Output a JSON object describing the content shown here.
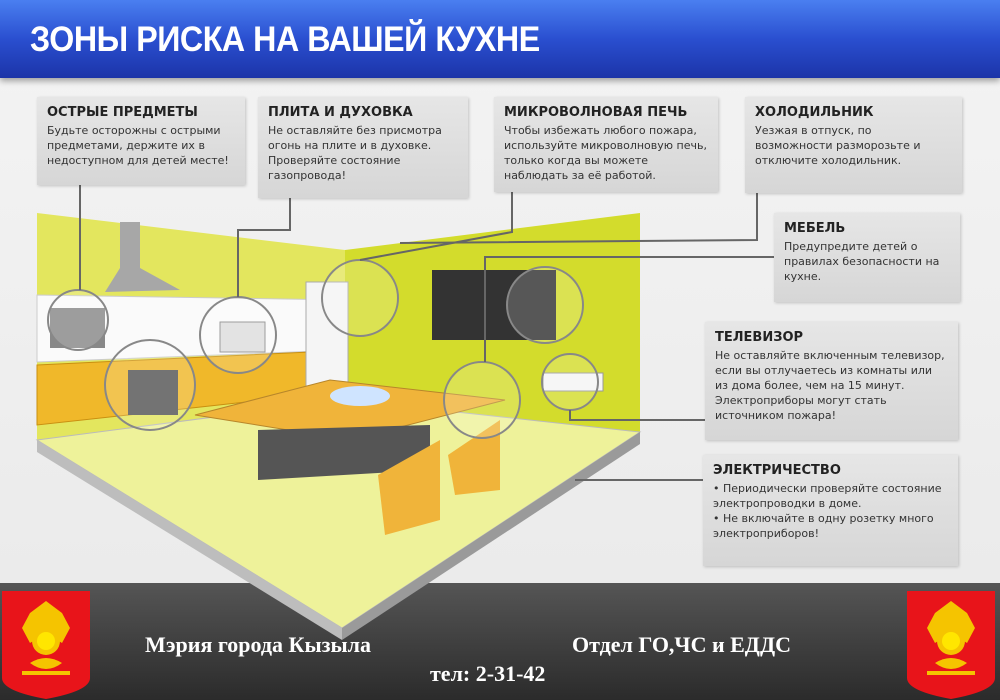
{
  "header": {
    "title": "ЗОНЫ РИСКА НА ВАШЕЙ КУХНЕ"
  },
  "cards": [
    {
      "title": "ОСТРЫЕ ПРЕДМЕТЫ",
      "text": "Будьте осторожны с острыми предметами, держите их в недоступном для детей месте!"
    },
    {
      "title": "ПЛИТА И ДУХОВКА",
      "text": "Не оставляйте без присмотра огонь на плите и в духовке. Проверяйте состояние газопровода!"
    },
    {
      "title": "МИКРОВОЛНОВАЯ ПЕЧЬ",
      "text": "Чтобы избежать любого пожара, используйте микроволновую печь, только когда вы можете наблюдать за её работой."
    },
    {
      "title": "ХОЛОДИЛЬНИК",
      "text": "Уезжая в отпуск, по возможности разморозьте и отключите холодильник."
    },
    {
      "title": "МЕБЕЛЬ",
      "text": "Предупредите детей о правилах безопасности на кухне."
    },
    {
      "title": "ТЕЛЕВИЗОР",
      "text": "Не оставляйте включенным телевизор, если вы отлучаетесь из комнаты или из дома более, чем на 15 минут. Электроприборы могут стать источником пожара!"
    },
    {
      "title": "ЭЛЕКТРИЧЕСТВО",
      "text": "• Периодически проверяйте состояние электропроводки в доме.",
      "text2": "• Не включайте в одну розетку много электроприборов!"
    }
  ],
  "footer": {
    "left": "Мэрия города Кызыла",
    "right": "Отдел ГО,ЧС и ЕДДС",
    "phone": "тел: 2-31-42"
  },
  "colors": {
    "header": "#2a4fd0",
    "wall_left": "#e3e65e",
    "wall_right": "#d3dc2c",
    "floor": "#eef29a",
    "cabinet": "#f0b82a",
    "footer": "#3a3a3a",
    "emblem": "#e8141a"
  }
}
